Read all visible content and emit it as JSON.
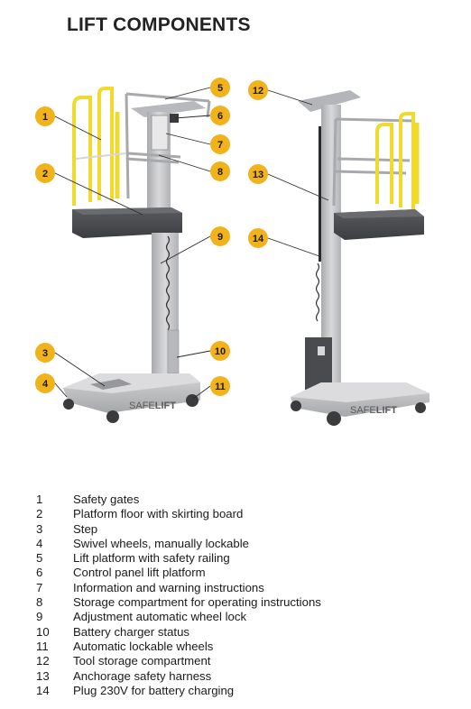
{
  "title": "LIFT COMPONENTS",
  "brand": "SAFELIFT",
  "brand_parts": {
    "light": "SAFE",
    "bold": "LIFT"
  },
  "colors": {
    "callout_fill": "#f2b21b",
    "railing_yellow": "#f0da2e",
    "frame_grey": "#c9c9cb",
    "platform_dark": "#4b4c4f"
  },
  "components": [
    {
      "number": "1",
      "label": "Safety gates"
    },
    {
      "number": "2",
      "label": "Platform floor with skirting board"
    },
    {
      "number": "3",
      "label": "Step"
    },
    {
      "number": "4",
      "label": "Swivel wheels, manually lockable"
    },
    {
      "number": "5",
      "label": "Lift platform with safety railing"
    },
    {
      "number": "6",
      "label": "Control panel lift platform"
    },
    {
      "number": "7",
      "label": "Information and warning instructions"
    },
    {
      "number": "8",
      "label": "Storage compartment for operating instructions"
    },
    {
      "number": "9",
      "label": "Adjustment automatic wheel lock"
    },
    {
      "number": "10",
      "label": "Battery charger status"
    },
    {
      "number": "11",
      "label": "Automatic lockable wheels"
    },
    {
      "number": "12",
      "label": "Tool storage compartment"
    },
    {
      "number": "13",
      "label": "Anchorage safety harness"
    },
    {
      "number": "14",
      "label": "Plug 230V for battery charging"
    }
  ]
}
